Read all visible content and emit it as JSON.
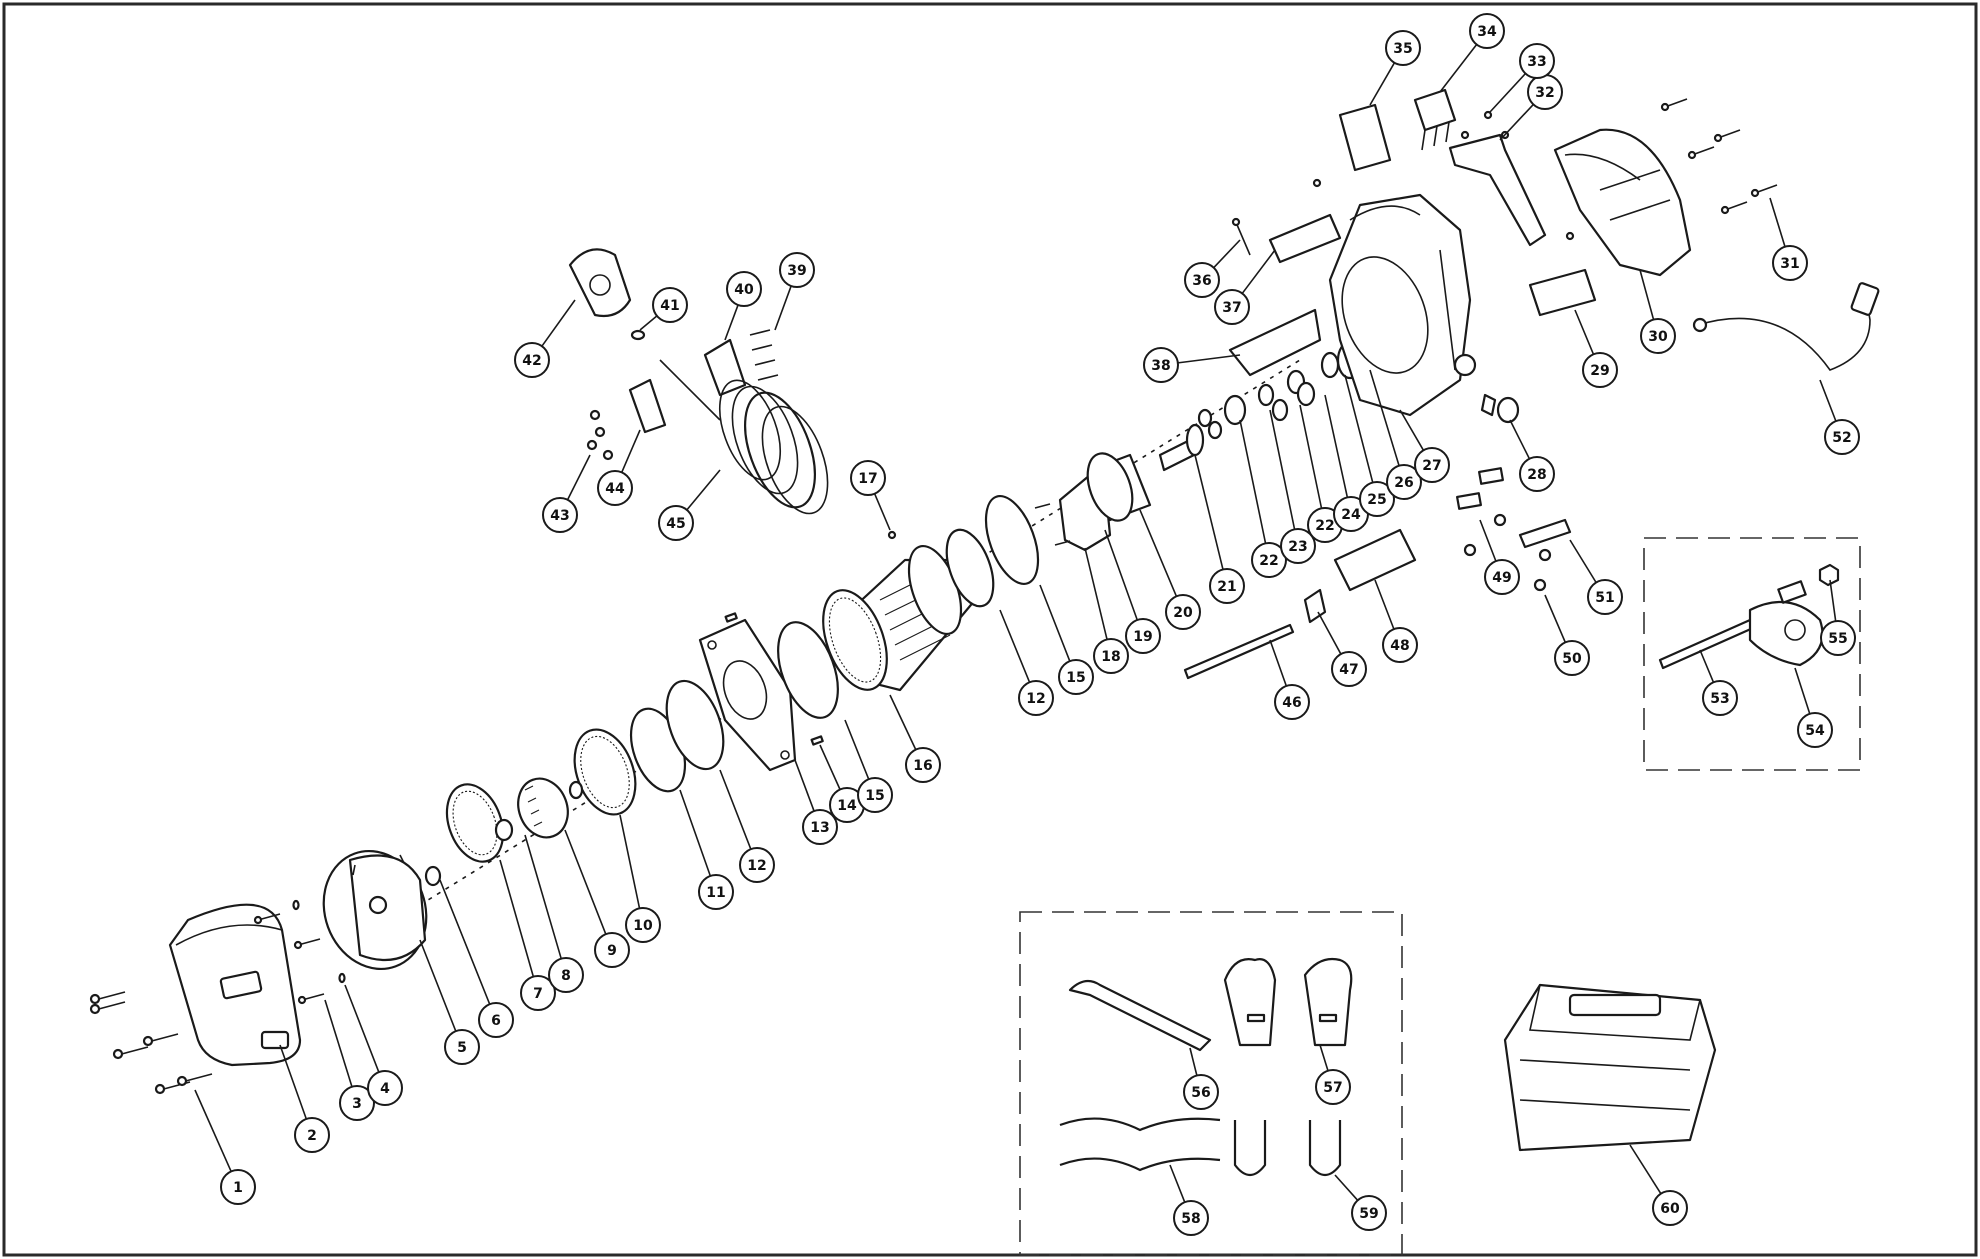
{
  "callouts": [
    {
      "id": "1",
      "label": "1"
    },
    {
      "id": "2",
      "label": "2"
    },
    {
      "id": "3",
      "label": "3"
    },
    {
      "id": "4",
      "label": "4"
    },
    {
      "id": "5",
      "label": "5"
    },
    {
      "id": "6",
      "label": "6"
    },
    {
      "id": "7",
      "label": "7"
    },
    {
      "id": "8",
      "label": "8"
    },
    {
      "id": "9",
      "label": "9"
    },
    {
      "id": "10",
      "label": "10"
    },
    {
      "id": "11",
      "label": "11"
    },
    {
      "id": "12a",
      "label": "12"
    },
    {
      "id": "12b",
      "label": "12"
    },
    {
      "id": "13",
      "label": "13"
    },
    {
      "id": "14",
      "label": "14"
    },
    {
      "id": "15a",
      "label": "15"
    },
    {
      "id": "15b",
      "label": "15"
    },
    {
      "id": "16",
      "label": "16"
    },
    {
      "id": "17",
      "label": "17"
    },
    {
      "id": "18",
      "label": "18"
    },
    {
      "id": "19",
      "label": "19"
    },
    {
      "id": "20",
      "label": "20"
    },
    {
      "id": "21",
      "label": "21"
    },
    {
      "id": "22a",
      "label": "22"
    },
    {
      "id": "22b",
      "label": "22"
    },
    {
      "id": "23",
      "label": "23"
    },
    {
      "id": "24",
      "label": "24"
    },
    {
      "id": "25",
      "label": "25"
    },
    {
      "id": "26",
      "label": "26"
    },
    {
      "id": "27",
      "label": "27"
    },
    {
      "id": "28",
      "label": "28"
    },
    {
      "id": "29",
      "label": "29"
    },
    {
      "id": "30",
      "label": "30"
    },
    {
      "id": "31",
      "label": "31"
    },
    {
      "id": "32",
      "label": "32"
    },
    {
      "id": "33",
      "label": "33"
    },
    {
      "id": "34",
      "label": "34"
    },
    {
      "id": "35",
      "label": "35"
    },
    {
      "id": "36",
      "label": "36"
    },
    {
      "id": "37",
      "label": "37"
    },
    {
      "id": "38",
      "label": "38"
    },
    {
      "id": "39",
      "label": "39"
    },
    {
      "id": "40",
      "label": "40"
    },
    {
      "id": "41",
      "label": "41"
    },
    {
      "id": "42",
      "label": "42"
    },
    {
      "id": "43",
      "label": "43"
    },
    {
      "id": "44",
      "label": "44"
    },
    {
      "id": "45",
      "label": "45"
    },
    {
      "id": "46",
      "label": "46"
    },
    {
      "id": "47",
      "label": "47"
    },
    {
      "id": "48",
      "label": "48"
    },
    {
      "id": "49",
      "label": "49"
    },
    {
      "id": "50",
      "label": "50"
    },
    {
      "id": "51",
      "label": "51"
    },
    {
      "id": "52",
      "label": "52"
    },
    {
      "id": "53",
      "label": "53"
    },
    {
      "id": "54",
      "label": "54"
    },
    {
      "id": "55",
      "label": "55"
    },
    {
      "id": "56",
      "label": "56"
    },
    {
      "id": "57",
      "label": "57"
    },
    {
      "id": "58",
      "label": "58"
    },
    {
      "id": "59",
      "label": "59"
    },
    {
      "id": "60",
      "label": "60"
    }
  ]
}
